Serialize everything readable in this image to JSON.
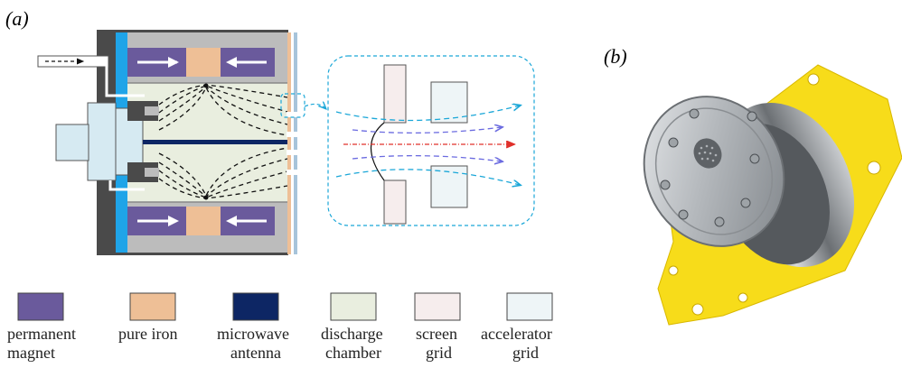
{
  "panel_a": {
    "label": "(a)"
  },
  "panel_b": {
    "label": "(b)"
  },
  "legend": {
    "permanent_magnet": {
      "line1": "permanent",
      "line2": "magnet",
      "color": "#6a5a9c"
    },
    "pure_iron": {
      "line1": "pure iron",
      "color": "#eebf96"
    },
    "microwave_antenna": {
      "line1": "microwave",
      "line2": "antenna",
      "color": "#0d2664"
    },
    "discharge_chamber": {
      "line1": "discharge",
      "line2": "chamber",
      "color": "#e9eedf"
    },
    "screen_grid": {
      "line1": "screen",
      "line2": "grid",
      "color": "#f6eded"
    },
    "accelerator_grid": {
      "line1": "accelerator",
      "line2": "grid",
      "color": "#eef5f7"
    }
  },
  "colors": {
    "housing_dark": "#4a4a4a",
    "housing_gray": "#b9b9b9",
    "blue_plate": "#1fa4e8",
    "waveguide": "#d6eaf2",
    "field_lines": "#111111",
    "beam_blue": "#1ba7d8",
    "beam_purple": "#6b6be0",
    "beam_red": "#e0302a",
    "yellow_mount": "#f7dc1a",
    "metal": "#b8bcc0"
  },
  "icons": [
    "arrow-right-icon",
    "arrow-left-icon"
  ]
}
